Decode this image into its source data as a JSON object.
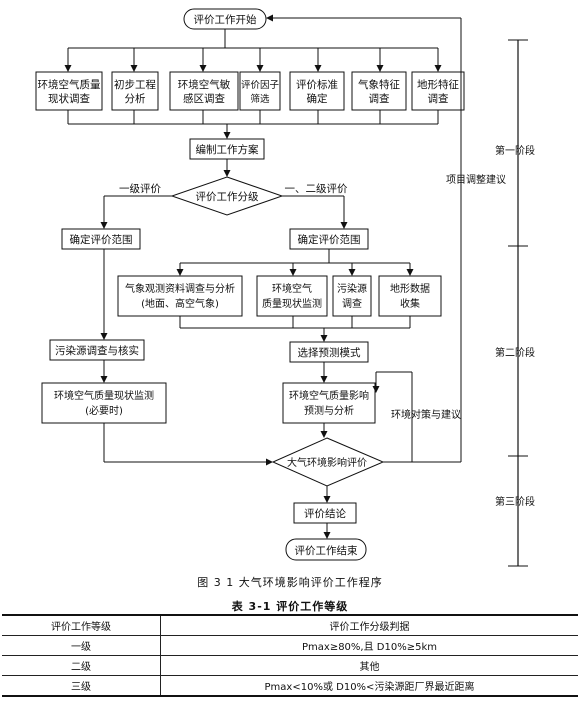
{
  "nodes": {
    "start": "评价工作开始",
    "survey_air": [
      "环境空气质量",
      "现状调查"
    ],
    "prelim": [
      "初步工程",
      "分析"
    ],
    "sensitive": [
      "环境空气敏",
      "感区调查"
    ],
    "factor": [
      "评价因子",
      "筛选"
    ],
    "standard": [
      "评价标准",
      "确定"
    ],
    "meteo": [
      "气象特征",
      "调查"
    ],
    "terrain": [
      "地形特征",
      "调查"
    ],
    "plan": "编制工作方案",
    "grade": "评价工作分级",
    "level1_label": "一级评价",
    "level23_label": "一、二级评价",
    "scope_left": "确定评价范围",
    "scope_right": "确定评价范围",
    "meteo_obs": [
      "气象观测资料调查与分析",
      "(地面、高空气象)"
    ],
    "monitor": [
      "环境空气",
      "质量现状监测"
    ],
    "source": [
      "污染源",
      "调查"
    ],
    "terrain_data": [
      "地形数据",
      "收集"
    ],
    "source_check": "污染源调查与核实",
    "monitor_left": [
      "环境空气质量现状监测",
      "(必要时)"
    ],
    "model_select": "选择预测模式",
    "predict": [
      "环境空气质量影响",
      "预测与分析"
    ],
    "assess": "大气环境影响评价",
    "countermeasure": "环境对策与建议",
    "adjust": "项目调整建议",
    "conclusion": "评价结论",
    "end": "评价工作结束"
  },
  "stages": [
    "第一阶段",
    "第二阶段",
    "第三阶段"
  ],
  "figure_caption": "图 3 1    大气环境影响评价工作程序",
  "table": {
    "caption": "表 3-1    评价工作等级",
    "headers": [
      "评价工作等级",
      "评价工作分级判据"
    ],
    "rows": [
      [
        "一级",
        "Pmax≥80%,且 D10%≥5km"
      ],
      [
        "二级",
        "其他"
      ],
      [
        "三级",
        "Pmax<10%或 D10%<污染源距厂界最近距离"
      ]
    ]
  }
}
